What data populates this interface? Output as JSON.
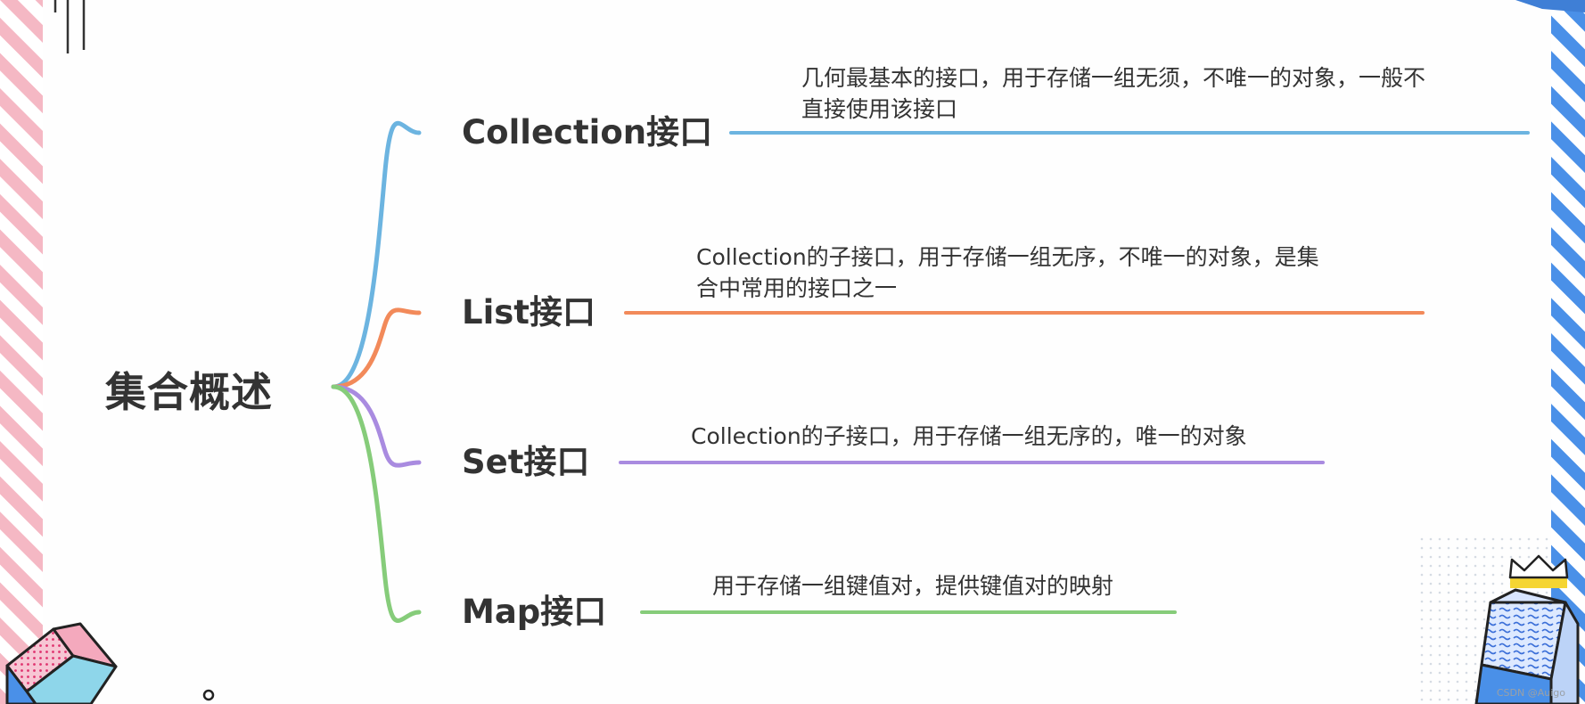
{
  "root": {
    "title": "集合概述"
  },
  "nodes": [
    {
      "id": "collection",
      "label": "Collection接口",
      "desc_line1": "几何最基本的接口，用于存储一组无须，不唯一的对象，一般不",
      "desc_line2": "直接使用该接口",
      "color": "#6cb4e0"
    },
    {
      "id": "list",
      "label": "List接口",
      "desc_line1": "Collection的子接口，用于存储一组无序，不唯一的对象，是集",
      "desc_line2": "合中常用的接口之一",
      "color": "#f28a5a"
    },
    {
      "id": "set",
      "label": "Set接口",
      "desc_line1": "Collection的子接口，用于存储一组无序的，唯一的对象",
      "desc_line2": "",
      "color": "#a98be0"
    },
    {
      "id": "map",
      "label": "Map接口",
      "desc_line1": "用于存储一组键值对，提供键值对的映射",
      "desc_line2": "",
      "color": "#86cc7a"
    }
  ],
  "watermark": "CSDN @Auigo",
  "colors": {
    "left_stripe": "#f5b8c4",
    "right_stripe": "#4a90e8",
    "text": "#333333"
  }
}
